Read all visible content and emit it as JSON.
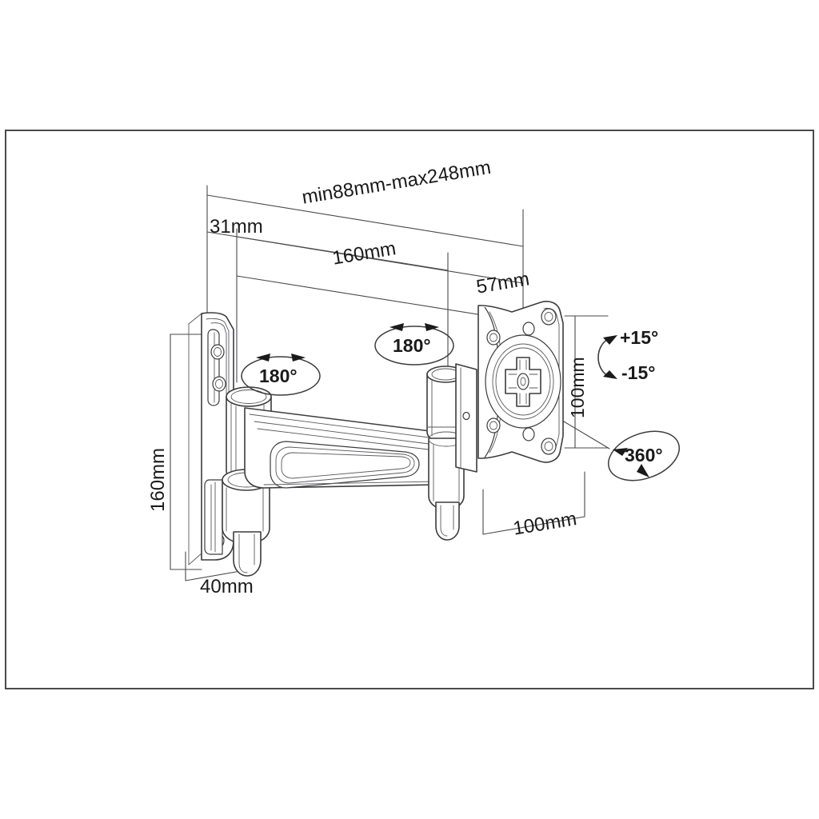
{
  "document": {
    "type": "technical-drawing",
    "subject": "monitor wall mount bracket with articulating arm",
    "view": "isometric dimensioned drawing",
    "background_color": "#ffffff",
    "line_color": "#3c3c3c",
    "frame_color": "#4a4a4f",
    "text_color": "#1a1a1a"
  },
  "dimensions": {
    "extension_min_max": "min88mm-max248mm",
    "depth_31": "31mm",
    "arm_160": "160mm",
    "offset_57": "57mm",
    "height_160": "160mm",
    "plate_width_40": "40mm",
    "vesa_vertical_100": "100mm",
    "vesa_horizontal_100": "100mm"
  },
  "rotations": {
    "wall_pivot": "180°",
    "elbow_pivot": "180°",
    "swivel": "360°",
    "tilt_up": "+15°",
    "tilt_down": "-15°"
  }
}
